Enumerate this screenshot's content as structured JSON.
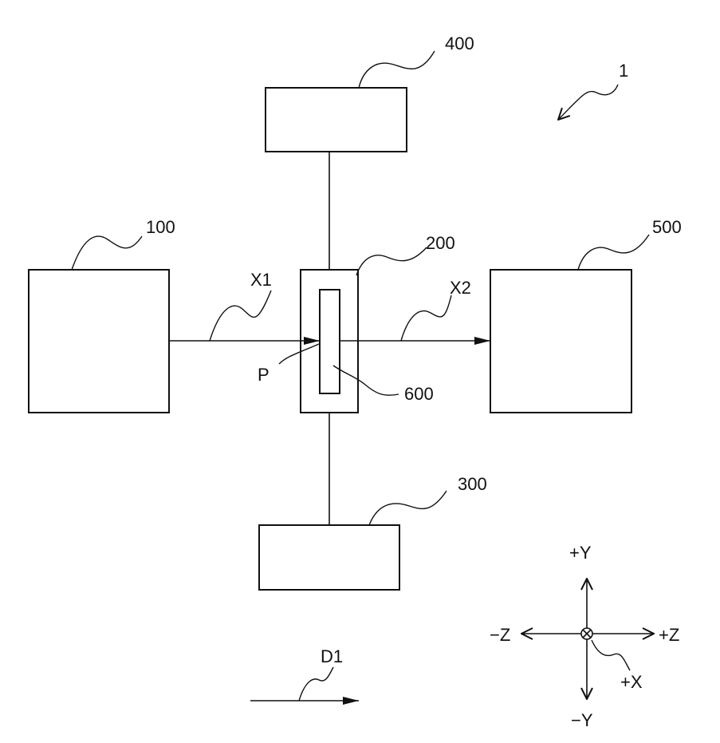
{
  "figure": {
    "system_ref": "1",
    "blocks": [
      {
        "id": "block-100",
        "ref": "100"
      },
      {
        "id": "block-200",
        "ref": "200"
      },
      {
        "id": "block-300",
        "ref": "300"
      },
      {
        "id": "block-400",
        "ref": "400"
      },
      {
        "id": "block-500",
        "ref": "500"
      }
    ],
    "element_600": "600",
    "point_label": "P",
    "beam_in_label": "X1",
    "beam_out_label": "X2",
    "direction_label": "D1",
    "axes": {
      "plus_y": "+Y",
      "minus_y": "−Y",
      "plus_z": "+Z",
      "minus_z": "−Z",
      "plus_x": "+X"
    }
  }
}
